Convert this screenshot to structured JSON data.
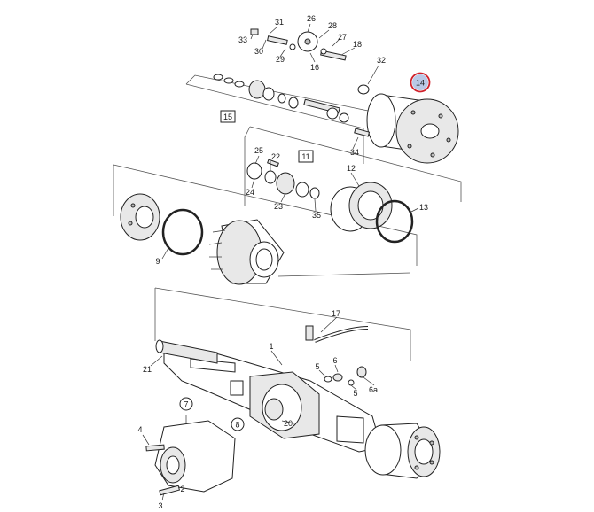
{
  "colors": {
    "highlight_ring": "#d0202a",
    "highlight_fill": "#b9c8e6",
    "line": "#222222"
  },
  "labels": {
    "l1": "1",
    "l2": "2",
    "l3": "3",
    "l4": "4",
    "l5a": "5",
    "l5b": "5",
    "l6": "6",
    "l6a": "6a",
    "l7": "7",
    "l8": "8",
    "l9": "9",
    "l11": "11",
    "l12": "12",
    "l13": "13",
    "l14": "14",
    "l15": "15",
    "l16": "16",
    "l17": "17",
    "l18": "18",
    "l20": "20",
    "l21": "21",
    "l22": "22",
    "l23": "23",
    "l24": "24",
    "l25": "25",
    "l26": "26",
    "l27": "27",
    "l28": "28",
    "l29": "29",
    "l30": "30",
    "l31": "31",
    "l32": "32",
    "l33": "33",
    "l34": "34",
    "l35": "35"
  }
}
